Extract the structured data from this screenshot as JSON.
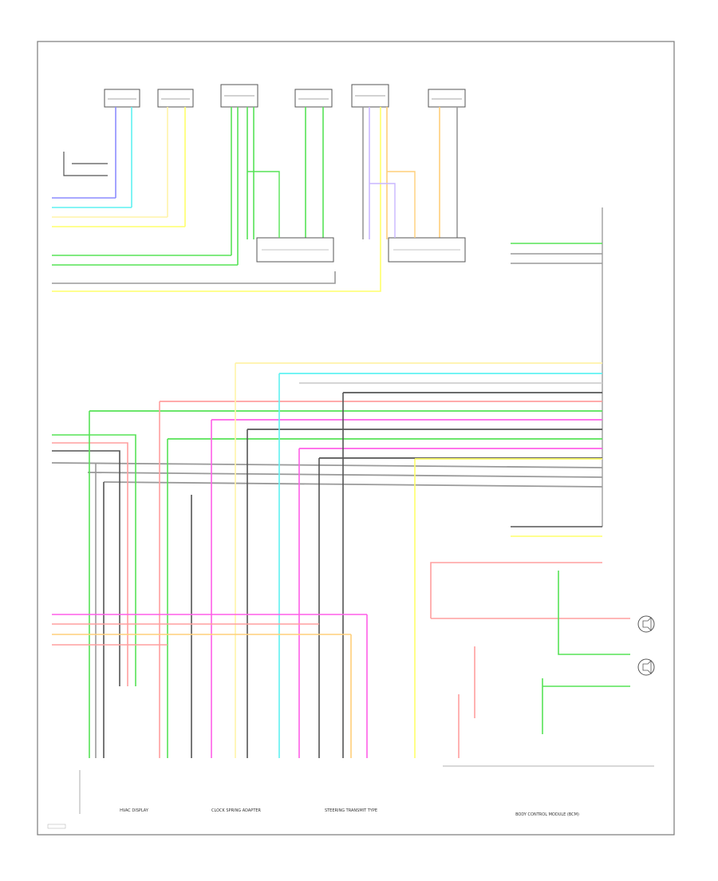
{
  "diagram": {
    "colors": {
      "blue": "#8c8cff",
      "cyan": "#5ff2f2",
      "yellow": "#ffff6a",
      "light_yellow": "#fff3a8",
      "green": "#56e356",
      "violet": "#c9b7ff",
      "pink": "#ff6fa2",
      "salmon": "#ff9f9f",
      "magenta": "#ff5fe8",
      "orange": "#ffcf7a",
      "dark": "#555555",
      "grey": "#9a9a9a",
      "frame": "#7a7a7a"
    },
    "bottom_labels": [
      {
        "id": "hvac-display",
        "text": "HVAC DISPLAY"
      },
      {
        "id": "clock-spring",
        "text": "CLOCK SPRING ADAPTER"
      },
      {
        "id": "steering-wheel",
        "text": "STEERING TRANSMIT TYPE"
      },
      {
        "id": "body-control",
        "text": "BODY CONTROL MODULE (BCM)"
      }
    ],
    "icons": [
      {
        "id": "front-speaker-left",
        "icon": "speaker-icon"
      },
      {
        "id": "front-speaker-right",
        "icon": "speaker-icon"
      }
    ]
  }
}
